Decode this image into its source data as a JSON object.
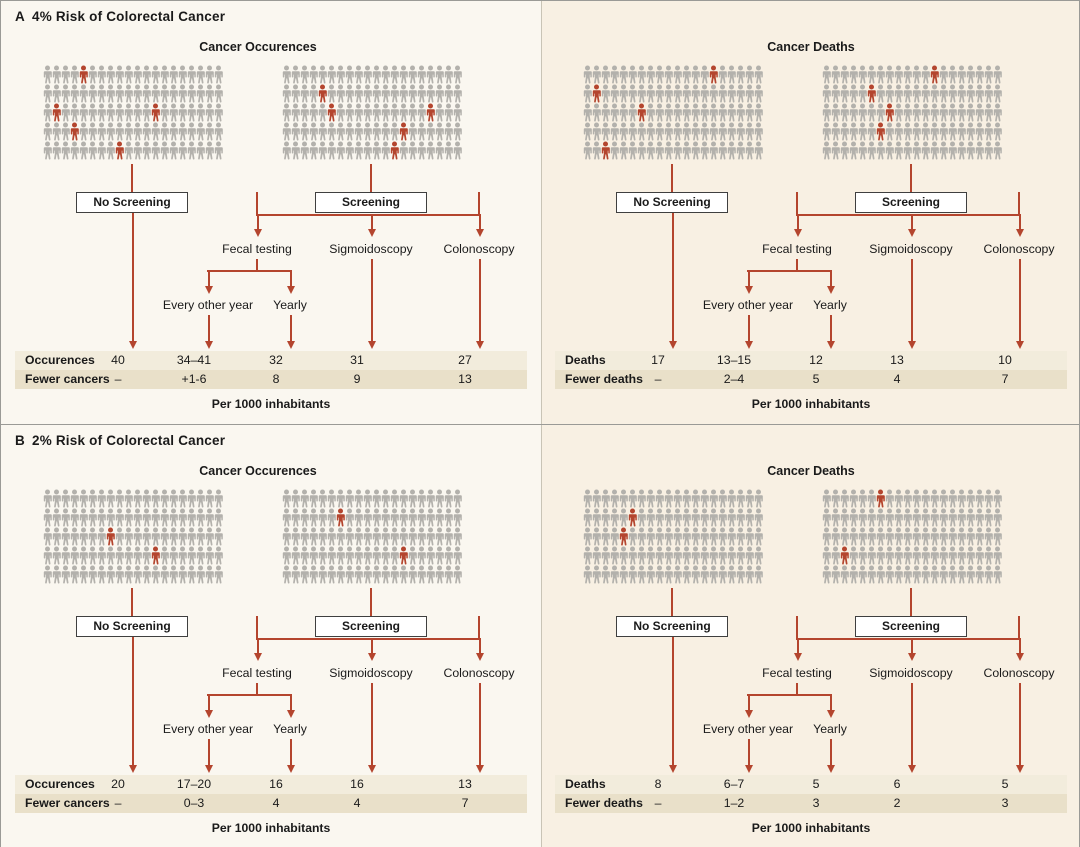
{
  "figure": {
    "accent_red": "#b4452e",
    "figure_gray": "#b3b1ac",
    "bg_left": "#faf7f0",
    "bg_right": "#f8f0e3",
    "row_light": "#f2ecdc",
    "row_dark": "#e9e0c9"
  },
  "panels": [
    {
      "letter": "A",
      "title": "4% Risk of Colorectal Cancer",
      "sides": [
        {
          "column_title": "Cancer Occurences",
          "pictograms": [
            {
              "total": 100,
              "highlighted": [
                4,
                41,
                52,
                63,
                88
              ]
            },
            {
              "total": 100,
              "highlighted": [
                24,
                45,
                56,
                73,
                92
              ]
            }
          ],
          "tree": {
            "no_screening": "No Screening",
            "screening": "Screening",
            "branches": [
              "Fecal testing",
              "Sigmoidoscopy",
              "Colonoscopy"
            ],
            "fecal_sub": [
              "Every other year",
              "Yearly"
            ]
          },
          "table": {
            "rows": [
              {
                "header": "Occurences",
                "values": [
                  "40",
                  "34–41",
                  "32",
                  "31",
                  "27"
                ]
              },
              {
                "header": "Fewer cancers",
                "values": [
                  "–",
                  "+1-6",
                  "8",
                  "9",
                  "13"
                ]
              }
            ],
            "footer": "Per 1000 inhabitants"
          }
        },
        {
          "column_title": "Cancer Deaths",
          "pictograms": [
            {
              "total": 100,
              "highlighted": [
                14,
                21,
                46,
                82
              ]
            },
            {
              "total": 100,
              "highlighted": [
                12,
                25,
                47,
                66
              ]
            }
          ],
          "tree": {
            "no_screening": "No Screening",
            "screening": "Screening",
            "branches": [
              "Fecal testing",
              "Sigmoidoscopy",
              "Colonoscopy"
            ],
            "fecal_sub": [
              "Every other year",
              "Yearly"
            ]
          },
          "table": {
            "rows": [
              {
                "header": "Deaths",
                "values": [
                  "17",
                  "13–15",
                  "12",
                  "13",
                  "10"
                ]
              },
              {
                "header": "Fewer deaths",
                "values": [
                  "–",
                  "2–4",
                  "5",
                  "4",
                  "7"
                ]
              }
            ],
            "footer": "Per 1000 inhabitants"
          }
        }
      ]
    },
    {
      "letter": "B",
      "title": "2% Risk of Colorectal Cancer",
      "sides": [
        {
          "column_title": "Cancer Occurences",
          "pictograms": [
            {
              "total": 100,
              "highlighted": [
                47,
                72
              ]
            },
            {
              "total": 100,
              "highlighted": [
                26,
                73
              ]
            }
          ],
          "tree": {
            "no_screening": "No Screening",
            "screening": "Screening",
            "branches": [
              "Fecal testing",
              "Sigmoidoscopy",
              "Colonoscopy"
            ],
            "fecal_sub": [
              "Every other year",
              "Yearly"
            ]
          },
          "table": {
            "rows": [
              {
                "header": "Occurences",
                "values": [
                  "20",
                  "17–20",
                  "16",
                  "16",
                  "13"
                ]
              },
              {
                "header": "Fewer cancers",
                "values": [
                  "–",
                  "0–3",
                  "4",
                  "4",
                  "7"
                ]
              }
            ],
            "footer": "Per 1000 inhabitants"
          }
        },
        {
          "column_title": "Cancer Deaths",
          "pictograms": [
            {
              "total": 100,
              "highlighted": [
                25,
                44
              ]
            },
            {
              "total": 100,
              "highlighted": [
                6,
                62
              ]
            }
          ],
          "tree": {
            "no_screening": "No Screening",
            "screening": "Screening",
            "branches": [
              "Fecal testing",
              "Sigmoidoscopy",
              "Colonoscopy"
            ],
            "fecal_sub": [
              "Every other year",
              "Yearly"
            ]
          },
          "table": {
            "rows": [
              {
                "header": "Deaths",
                "values": [
                  "8",
                  "6–7",
                  "5",
                  "6",
                  "5"
                ]
              },
              {
                "header": "Fewer deaths",
                "values": [
                  "–",
                  "1–2",
                  "3",
                  "2",
                  "3"
                ]
              }
            ],
            "footer": "Per 1000 inhabitants"
          }
        }
      ]
    }
  ]
}
